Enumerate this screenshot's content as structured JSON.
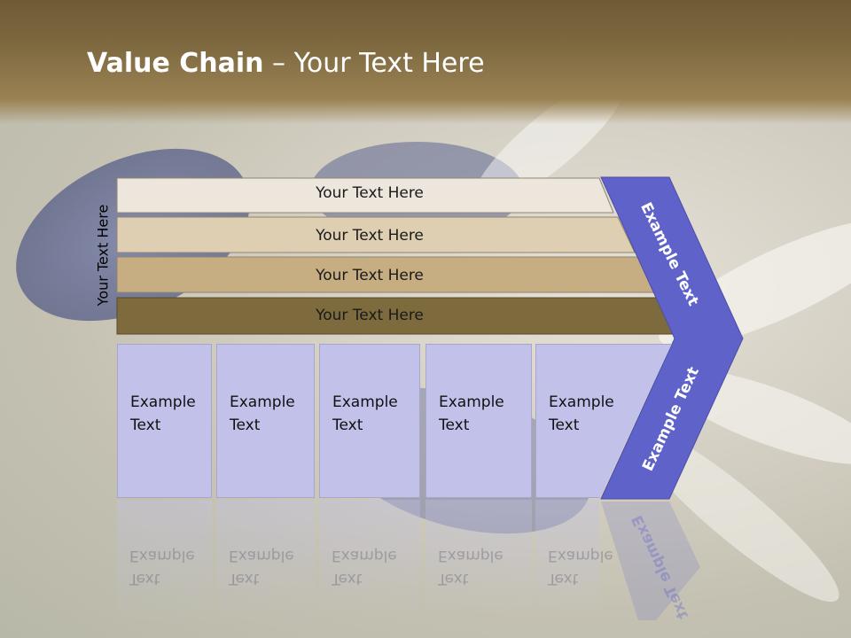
{
  "slide": {
    "title_bold": "Value Chain",
    "title_rest": " – Your Text Here",
    "side_label": "Your Text Here"
  },
  "bars": [
    {
      "label": "Your Text Here",
      "color": "#ece6dc"
    },
    {
      "label": "Your Text Here",
      "color": "#dfcfb2"
    },
    {
      "label": "Your Text Here",
      "color": "#c7ad82"
    },
    {
      "label": "Your Text Here",
      "color": "#7d6a3d"
    }
  ],
  "boxes": [
    {
      "line1": "Example",
      "line2": "Text"
    },
    {
      "line1": "Example",
      "line2": "Text"
    },
    {
      "line1": "Example",
      "line2": "Text"
    },
    {
      "line1": "Example",
      "line2": "Text"
    },
    {
      "line1": "Example",
      "line2": "Text"
    }
  ],
  "arrow": {
    "upper_label": "Example Text",
    "lower_label": "Example Text",
    "color": "#5f62c8"
  },
  "colors": {
    "box_fill": "#c1c1ea",
    "header": "#7d6840"
  }
}
